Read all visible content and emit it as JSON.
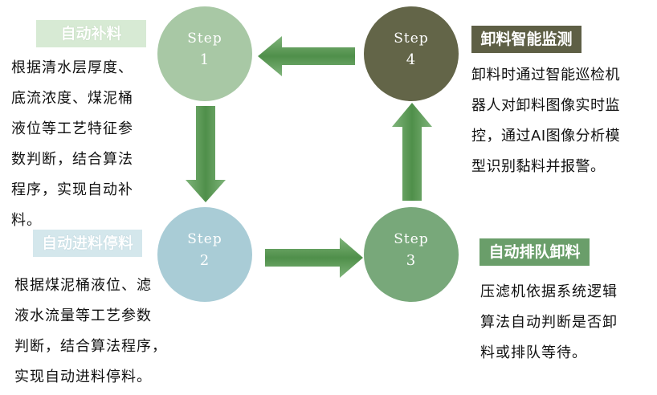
{
  "steps": [
    {
      "word": "Step",
      "num": "1",
      "color": "#a8c8a5"
    },
    {
      "word": "Step",
      "num": "2",
      "color": "#a9ccd6"
    },
    {
      "word": "Step",
      "num": "3",
      "color": "#78a87a"
    },
    {
      "word": "Step",
      "num": "4",
      "color": "#636548"
    }
  ],
  "blocks": {
    "auto_feed": {
      "title": "自动补料",
      "title_bg": "#d7ead4",
      "lines": [
        "根据清水层厚度、",
        "底流浓度、煤泥桶",
        "液位等工艺特征参",
        "数判断，结合算法",
        "程序，实现自动补",
        "料。"
      ]
    },
    "auto_feed_stop": {
      "title": "自动进料停料",
      "title_bg": "#d4e7ec",
      "lines": [
        "根据煤泥桶液位、滤",
        "液水流量等工艺参数",
        "判断，结合算法程序，",
        "实现自动进料停料。"
      ]
    },
    "auto_queue": {
      "title": "自动排队卸料",
      "title_bg": "#6a9e6a",
      "lines": [
        "压滤机依据系统逻辑",
        "算法自动判断是否卸",
        "料或排队等待。"
      ]
    },
    "unload_monitor": {
      "title": "卸料智能监测",
      "title_bg": "#5e5f45",
      "lines": [
        "卸料时通过智能巡检机",
        "器人对卸料图像实时监",
        "控，通过AI图像分析模",
        "型识别黏料并报警。"
      ]
    }
  },
  "colors": {
    "arrow": "#5a9a55",
    "arrow_light": "#9cc793"
  }
}
